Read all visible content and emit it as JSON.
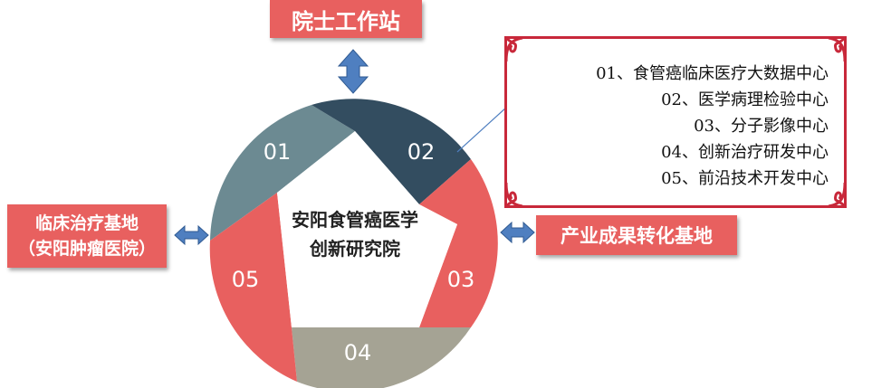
{
  "boxes": {
    "top": "院士工作站",
    "left_line1": "临床治疗基地",
    "left_line2": "（安阳肿瘤医院）",
    "right": "产业成果转化基地"
  },
  "center": {
    "line1": "安阳食管癌医学",
    "line2": "创新研究院"
  },
  "segments": [
    {
      "label": "01",
      "color": "#6c8a92"
    },
    {
      "label": "02",
      "color": "#334d60"
    },
    {
      "label": "03",
      "color": "#e8605f"
    },
    {
      "label": "04",
      "color": "#a5a394"
    },
    {
      "label": "05",
      "color": "#e8605f"
    }
  ],
  "centers": {
    "items": [
      "01、食管癌临床医疗大数据中心",
      "02、医学病理检验中心",
      "03、分子影像中心",
      "04、创新治疗研发中心",
      "05、前沿技术开发中心"
    ]
  },
  "colors": {
    "accent": "#e8605f",
    "arrow": "#4f7fc0",
    "frame": "#c8283a"
  }
}
